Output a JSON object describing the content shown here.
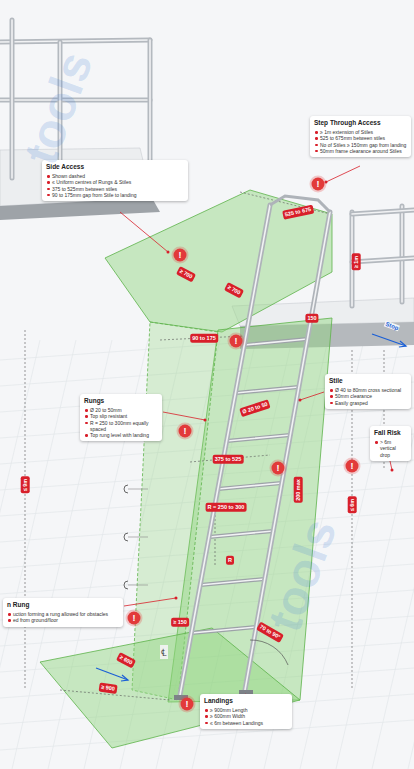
{
  "diagram": {
    "nodes": [
      {
        "text": [
          "Side Access",
          "Shown dashed",
          "≤ Uniform centres of Rungs & Stiles",
          "375 to 525mm between stiles",
          "90 to 175mm gap from Stile to landing"
        ]
      },
      {
        "text": [
          "Step Through Access",
          "≥ 1m extension of Stiles",
          "525 to 675mm between stiles",
          "No of Stiles ≥ 150mm gap from landing",
          "50mm frame clearance around Stiles"
        ]
      },
      {
        "text": [
          "Rungs",
          "Ø 20 to 50mm",
          "Top slip resistant",
          "R = 250 to 300mm equally spaced",
          "Top rung level with landing"
        ]
      },
      {
        "text": [
          "Stile",
          "Ø 40 to 80mm cross sectional",
          "50mm clearance",
          "Easily grasped"
        ]
      },
      {
        "text": [
          "Fall Risk",
          "> 6m vertical drop"
        ]
      },
      {
        "text": [
          "n Rung",
          "uction forming a rung allowed for obstacles",
          "ed from ground/floor"
        ]
      },
      {
        "text": [
          "Landings",
          "≥ 900mm Length",
          "≥ 600mm Width",
          "≤ 6m between Landings"
        ]
      }
    ],
    "labels": [
      "525 to 675",
      "≥ 1m",
      "≥ 700",
      "≥ 700",
      "150",
      "90 to 175",
      "Ø 20 to 50",
      "375 to 525",
      "200 max",
      "R = 250 to 300",
      "R",
      "≤ 9m",
      "≤ 6m",
      "≥ 600",
      "≥ 900",
      "≥ 150",
      "70 to 90°",
      "Stop",
      "℄",
      "tools",
      "tools",
      "!",
      "!",
      "!",
      "!",
      "!",
      "!",
      "!",
      "!"
    ]
  }
}
